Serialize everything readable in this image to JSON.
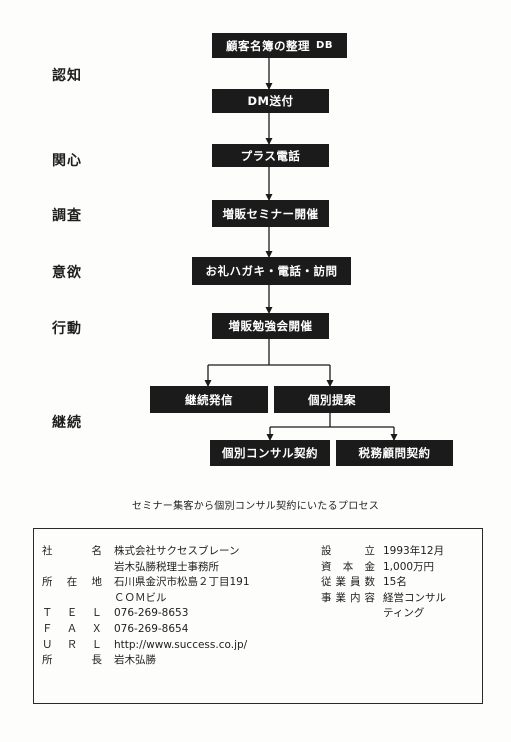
{
  "flow": {
    "stages": [
      {
        "key": "ninchi",
        "label": "認知"
      },
      {
        "key": "kanshin",
        "label": "関心"
      },
      {
        "key": "chousa",
        "label": "調査"
      },
      {
        "key": "iyoku",
        "label": "意欲"
      },
      {
        "key": "koudou",
        "label": "行動"
      },
      {
        "key": "keizoku",
        "label": "継続"
      }
    ],
    "steps": [
      {
        "key": "customer-list",
        "label": "顧客名簿の整理",
        "badge": "DB"
      },
      {
        "key": "dm",
        "label": "DM送付"
      },
      {
        "key": "plus-call",
        "label": "プラス電話"
      },
      {
        "key": "seminar",
        "label": "増販セミナー開催"
      },
      {
        "key": "thanks",
        "label": "お礼ハガキ・電話・訪問"
      },
      {
        "key": "study",
        "label": "増販勉強会開催"
      },
      {
        "key": "newsletter",
        "label": "継続発信"
      },
      {
        "key": "proposal",
        "label": "個別提案"
      },
      {
        "key": "consult",
        "label": "個別コンサル契約"
      },
      {
        "key": "tax",
        "label": "税務顧問契約"
      }
    ]
  },
  "caption": "セミナー集客から個別コンサル契約にいたるプロセス",
  "company": {
    "left": [
      {
        "label": [
          "社",
          "名"
        ],
        "value": "株式会社サクセスブレーン"
      },
      {
        "label": [],
        "value": "岩木弘勝税理士事務所"
      },
      {
        "label": [
          "所",
          "在",
          "地"
        ],
        "value": "石川県金沢市松島２丁目191"
      },
      {
        "label": [],
        "value": "ＣＯＭビル"
      },
      {
        "label": [
          "Ｔ",
          "Ｅ",
          "Ｌ"
        ],
        "value": "076-269-8653"
      },
      {
        "label": [
          "Ｆ",
          "Ａ",
          "Ｘ"
        ],
        "value": "076-269-8654"
      },
      {
        "label": [
          "Ｕ",
          "Ｒ",
          "Ｌ"
        ],
        "value": "http://www.success.co.jp/"
      },
      {
        "label": [
          "所",
          "長"
        ],
        "value": "岩木弘勝"
      }
    ],
    "right": [
      {
        "label": [
          "設",
          "立"
        ],
        "value": "1993年12月"
      },
      {
        "label": [
          "資",
          "本",
          "金"
        ],
        "value": "1,000万円"
      },
      {
        "label": [
          "従",
          "業",
          "員",
          "数"
        ],
        "value": "15名"
      },
      {
        "label": [
          "事",
          "業",
          "内",
          "容"
        ],
        "value": "経営コンサル"
      },
      {
        "label": [],
        "value": "ティング"
      }
    ]
  }
}
